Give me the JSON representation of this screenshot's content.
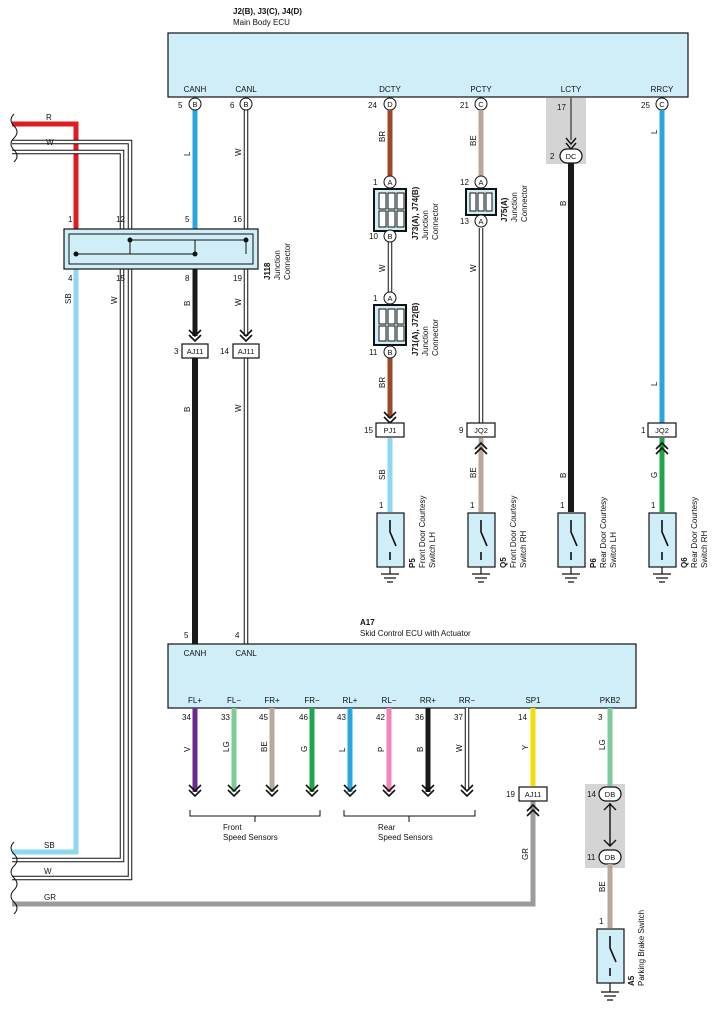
{
  "ecu_main": {
    "ids": "J2(B), J3(C), J4(D)",
    "name": "Main Body ECU",
    "terminals": {
      "canh": "CANH",
      "canl": "CANL",
      "dcty": "DCTY",
      "pcty": "PCTY",
      "lcty": "LCTY",
      "rrcy": "RRCY"
    },
    "pins": {
      "canh": "5",
      "canl": "6",
      "dcty": "24",
      "pcty": "21",
      "lcty": "17",
      "rrcy": "25"
    },
    "conn_letters": {
      "canh": "B",
      "canl": "B",
      "dcty": "D",
      "pcty": "C",
      "rrcy": "C"
    }
  },
  "left_bus": {
    "top_labels": {
      "r": "R",
      "w": "W"
    },
    "bottom_labels": {
      "sb": "SB",
      "w": "W",
      "gr": "GR"
    }
  },
  "j118": {
    "id": "J118",
    "desc1": "Junction",
    "desc2": "Connector",
    "top_pins": [
      "1",
      "12",
      "5",
      "16"
    ],
    "bottom_pins": [
      "4",
      "15",
      "8",
      "19"
    ]
  },
  "jc_j73": {
    "id": "J73(A), J74(B)",
    "desc1": "Junction",
    "desc2": "Connector",
    "top_pin": "1",
    "bottom_pin": "10",
    "top_letter": "A",
    "bottom_letter": "B"
  },
  "jc_j71": {
    "id": "J71(A), J72(B)",
    "desc1": "Junction",
    "desc2": "Connector",
    "top_pin": "1",
    "bottom_pin": "11",
    "top_letter": "A",
    "bottom_letter": "B"
  },
  "jc_j75": {
    "id": "J75(A)",
    "desc1": "Junction",
    "desc2": "Connector",
    "top_pin": "12",
    "bottom_pin": "13",
    "top_letter": "A",
    "bottom_letter": "A"
  },
  "dc_connector": {
    "pin": "2",
    "label": "DC"
  },
  "wire_colors": {
    "can_h_top": "L",
    "can_l_top": "W",
    "sb_left": "SB",
    "w_left": "W",
    "can_h_mid": "B",
    "can_l_mid": "W",
    "can_h_low": "B",
    "can_l_low": "W",
    "dcty_1": "BR",
    "dcty_2": "W",
    "dcty_3": "BR",
    "dcty_4": "SB",
    "pcty_1": "BE",
    "pcty_2": "W",
    "pcty_3": "BE",
    "lcty": "B",
    "lcty_low": "B",
    "rrcy_1": "L",
    "rrcy_2": "G",
    "sp1": "Y",
    "gr": "GR",
    "pkb2": "LG",
    "pkb_low": "BE"
  },
  "aj11_left": {
    "pin1": "3",
    "label1": "AJ11",
    "pin2": "14",
    "label2": "AJ11"
  },
  "inline_connectors": {
    "pj1": {
      "pin": "15",
      "label": "PJ1"
    },
    "jq2_a": {
      "pin": "9",
      "label": "JQ2"
    },
    "jq2_b": {
      "pin": "1",
      "label": "JQ2"
    },
    "aj11_sp1": {
      "pin": "19",
      "label": "AJ11"
    },
    "db_top": {
      "pin": "14",
      "label": "DB"
    },
    "db_bottom": {
      "pin": "11",
      "label": "DB"
    }
  },
  "switches": [
    {
      "pin": "1",
      "id": "P5",
      "name1": "Front Door Courtesy",
      "name2": "Switch LH"
    },
    {
      "pin": "1",
      "id": "Q5",
      "name1": "Front Door Courtesy",
      "name2": "Switch RH"
    },
    {
      "pin": "1",
      "id": "P6",
      "name1": "Rear Door Courtesy",
      "name2": "Switch LH"
    },
    {
      "pin": "1",
      "id": "Q6",
      "name1": "Rear Door Courtesy",
      "name2": "Switch RH"
    }
  ],
  "parking_switch": {
    "pin": "1",
    "id": "A5",
    "name": "Parking Brake Switch"
  },
  "ecu_skid": {
    "id": "A17",
    "name": "Skid Control ECU with Actuator",
    "in_pins": {
      "canh": "5",
      "canl": "4"
    },
    "in_terms": {
      "canh": "CANH",
      "canl": "CANL"
    },
    "outputs": [
      {
        "pin": "34",
        "term": "FL+",
        "wire": "V",
        "color": "#6a2a8e"
      },
      {
        "pin": "33",
        "term": "FL−",
        "wire": "LG",
        "color": "#7ecb99"
      },
      {
        "pin": "45",
        "term": "FR+",
        "wire": "BE",
        "color": "#b8a898"
      },
      {
        "pin": "46",
        "term": "FR−",
        "wire": "G",
        "color": "#1fa64a"
      },
      {
        "pin": "43",
        "term": "RL+",
        "wire": "L",
        "color": "#27a6e0"
      },
      {
        "pin": "42",
        "term": "RL−",
        "wire": "P",
        "color": "#ee86b8"
      },
      {
        "pin": "36",
        "term": "RR+",
        "wire": "B",
        "color": "#1a1a1a"
      },
      {
        "pin": "37",
        "term": "RR−",
        "wire": "W",
        "color": "#ffffff"
      }
    ],
    "sp1": {
      "pin": "14",
      "term": "SP1"
    },
    "pkb2": {
      "pin": "3",
      "term": "PKB2"
    }
  },
  "groups": {
    "front1": "Front",
    "front2": "Speed Sensors",
    "rear1": "Rear",
    "rear2": "Speed Sensors"
  },
  "colors": {
    "ecu_fill": "#cfeef8",
    "L": "#27a6e0",
    "SB": "#8fd6f2",
    "R": "#e01b24",
    "BR": "#9a4a2a",
    "BE": "#b8a898",
    "B": "#1a1a1a",
    "G": "#1fa64a",
    "Y": "#f3dc0a",
    "GR": "#9b9b9b",
    "LG": "#7ecb99"
  }
}
